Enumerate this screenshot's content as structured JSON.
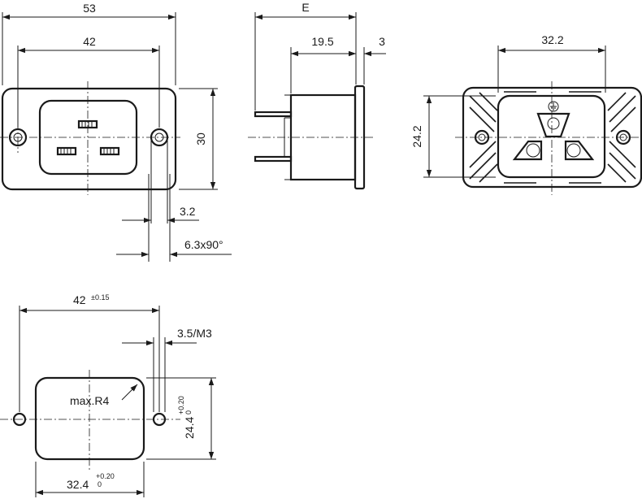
{
  "front_view": {
    "width_overall": "53",
    "pin_spacing": "42",
    "height": "30",
    "hole_dia": "3.2",
    "tab": "6.3x90°"
  },
  "side_view": {
    "length": "E",
    "body_depth": "19.5",
    "flange": "3"
  },
  "rear_view": {
    "width": "32.2",
    "height": "24.2"
  },
  "cutout": {
    "hole_spacing": "42",
    "hole_spacing_tol": "±0.15",
    "hole_dia": "3.5/M3",
    "radius": "max.R4",
    "height": "24.4",
    "height_tol_upper": "+0.20",
    "height_tol_lower": "0",
    "width": "32.4",
    "width_tol_upper": "+0.20",
    "width_tol_lower": "0"
  },
  "colors": {
    "line": "#1a1a1a",
    "background": "#ffffff"
  },
  "icons": [
    "earth-ground-icon"
  ]
}
